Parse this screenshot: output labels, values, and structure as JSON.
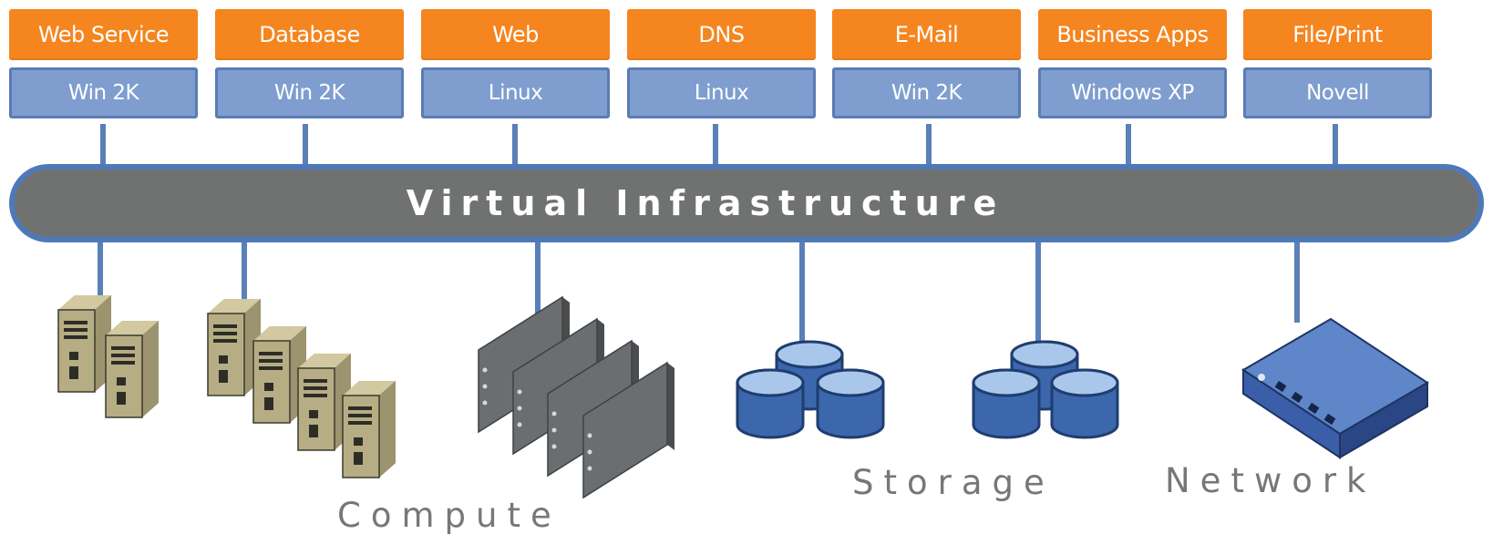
{
  "stacks": [
    {
      "app": "Web Service",
      "os": "Win 2K"
    },
    {
      "app": "Database",
      "os": "Win 2K"
    },
    {
      "app": "Web",
      "os": "Linux"
    },
    {
      "app": "DNS",
      "os": "Linux"
    },
    {
      "app": "E-Mail",
      "os": "Win 2K"
    },
    {
      "app": "Business Apps",
      "os": "Windows XP"
    },
    {
      "app": "File/Print",
      "os": "Novell"
    }
  ],
  "bus": {
    "label": "Virtual Infrastructure"
  },
  "sections": {
    "compute": "Compute",
    "storage": "Storage",
    "network": "Network"
  },
  "colors": {
    "app": "#f5851f",
    "os": "#7f9ecf",
    "connector": "#5a80b8",
    "bus_fill": "#707272",
    "bus_border": "#4e79b9",
    "server": "#b6ad84",
    "blade": "#6b6e70",
    "storage": "#3c67ad",
    "switch": "#3a5ea8"
  }
}
